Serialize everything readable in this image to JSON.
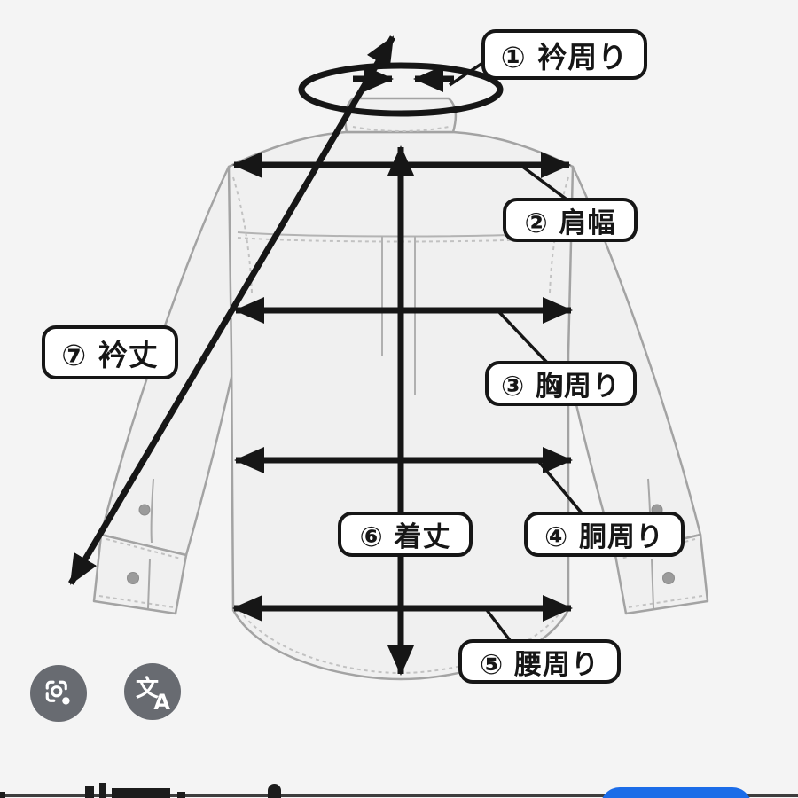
{
  "diagram": {
    "title_context": "shirt measurement size guide (back view)",
    "labels": {
      "l1": "① 衿周り",
      "l2": "② 肩幅",
      "l3": "③ 胸周り",
      "l4": "④ 胴周り",
      "l5": "⑤ 腰周り",
      "l6": "⑥ 着丈",
      "l7": "⑦ 衿丈"
    }
  },
  "overlay_buttons": {
    "lens_camera": "google-lens-camera",
    "translate": "translate",
    "translate_icon_cjk": "文",
    "translate_icon_latin": "A"
  },
  "colors": {
    "ink": "#161616",
    "background": "#f4f4f4",
    "shirt_fill": "#f0f0f0",
    "shirt_outline": "#a3a3a3",
    "stitch": "#bcbcbc",
    "button_gray": "#55585e",
    "blue_button": "#1b6ce8"
  }
}
